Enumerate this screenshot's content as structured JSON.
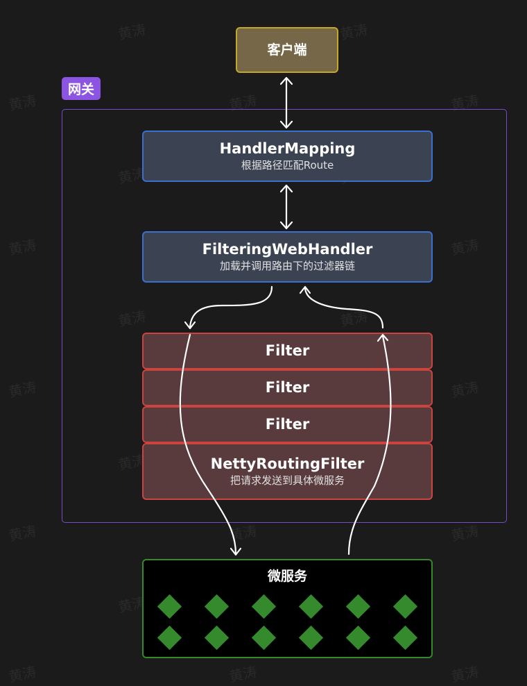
{
  "watermark": "黄涛",
  "client": {
    "label": "客户端"
  },
  "gateway": {
    "label": "网关"
  },
  "handler_mapping": {
    "title": "HandlerMapping",
    "subtitle": "根据路径匹配Route"
  },
  "filtering_web_handler": {
    "title": "FilteringWebHandler",
    "subtitle": "加载并调用路由下的过滤器链"
  },
  "filters": [
    {
      "title": "Filter"
    },
    {
      "title": "Filter"
    },
    {
      "title": "Filter"
    }
  ],
  "netty_routing_filter": {
    "title": "NettyRoutingFilter",
    "subtitle": "把请求发送到具体微服务"
  },
  "microservices": {
    "label": "微服务",
    "instance_count": 12
  },
  "colors": {
    "background": "#1b1b1c",
    "client_fill": "#756747",
    "client_border": "#c5a823",
    "gateway_accent": "#8c54e2",
    "handler_fill": "#3b4352",
    "handler_border": "#3b6fd0",
    "filter_fill": "#5a3b3d",
    "filter_border": "#cb4440",
    "service_border": "#338a2c",
    "service_diamond": "#348a2d"
  }
}
